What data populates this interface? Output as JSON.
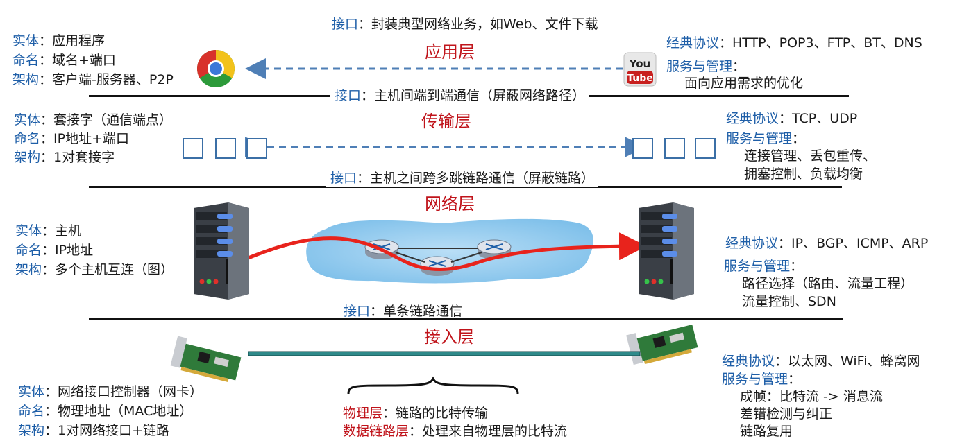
{
  "colors": {
    "key": "#1f5fa8",
    "title": "#c0141b",
    "text": "#1a1a1a",
    "arrow_dashed": "#4f7fb6",
    "route_arrow": "#e8231c",
    "cloud": "#8ec8ee",
    "link": "#2f8a8a"
  },
  "application": {
    "interface_key": "接口",
    "interface_val": "：封装典型网络业务，如Web、文件下载",
    "title": "应用层",
    "left": [
      {
        "key": "实体",
        "val": "：应用程序"
      },
      {
        "key": "命名",
        "val": "：域名+端口"
      },
      {
        "key": "架构",
        "val": "：客户端-服务器、P2P"
      }
    ],
    "right_protocol_key": "经典协议",
    "right_protocol_val": "：HTTP、POP3、FTP、BT、DNS",
    "right_service_key": "服务与管理",
    "right_service_colon": "：",
    "right_service_items": [
      "面向应用需求的优化"
    ],
    "icons": [
      "chrome-icon",
      "youtube-icon"
    ],
    "youtube_logo_text": [
      "You",
      "Tube"
    ]
  },
  "transport": {
    "interface_key": "接口",
    "interface_val": "：主机间端到端通信（屏蔽网络路径）",
    "title": "传输层",
    "left": [
      {
        "key": "实体",
        "val": "：套接字（通信端点）"
      },
      {
        "key": "命名",
        "val": "：IP地址+端口"
      },
      {
        "key": "架构",
        "val": "：1对套接字"
      }
    ],
    "right_protocol_key": "经典协议",
    "right_protocol_val": "：TCP、UDP",
    "right_service_key": "服务与管理",
    "right_service_colon": "：",
    "right_service_items": [
      "连接管理、丢包重传、",
      "拥塞控制、负载均衡"
    ]
  },
  "network": {
    "interface_key": "接口",
    "interface_val": "：主机之间跨多跳链路通信（屏蔽链路）",
    "title": "网络层",
    "left": [
      {
        "key": "实体",
        "val": "：主机"
      },
      {
        "key": "命名",
        "val": "：IP地址"
      },
      {
        "key": "架构",
        "val": "：多个主机互连（图）"
      }
    ],
    "right_protocol_key": "经典协议",
    "right_protocol_val": "：IP、BGP、ICMP、ARP",
    "right_service_key": "服务与管理",
    "right_service_colon": "：",
    "right_service_items": [
      "路径选择（路由、流量工程）",
      "流量控制、SDN"
    ]
  },
  "access": {
    "interface_key": "接口",
    "interface_val": "：单条链路通信",
    "title": "接入层",
    "left": [
      {
        "key": "实体",
        "val": "：网络接口控制器（网卡）"
      },
      {
        "key": "命名",
        "val": "：物理地址（MAC地址）"
      },
      {
        "key": "架构",
        "val": "：1对网络接口+链路"
      }
    ],
    "right_protocol_key": "经典协议",
    "right_protocol_val": "：以太网、WiFi、蜂窝网",
    "right_service_key": "服务与管理",
    "right_service_colon": "：",
    "right_service_items": [
      "成帧：比特流 -> 消息流",
      "差错检测与纠正",
      "链路复用"
    ],
    "sublayers": [
      {
        "key": "物理层",
        "val": "：链路的比特传输"
      },
      {
        "key": "数据链路层",
        "val": "：处理来自物理层的比特流"
      }
    ]
  }
}
